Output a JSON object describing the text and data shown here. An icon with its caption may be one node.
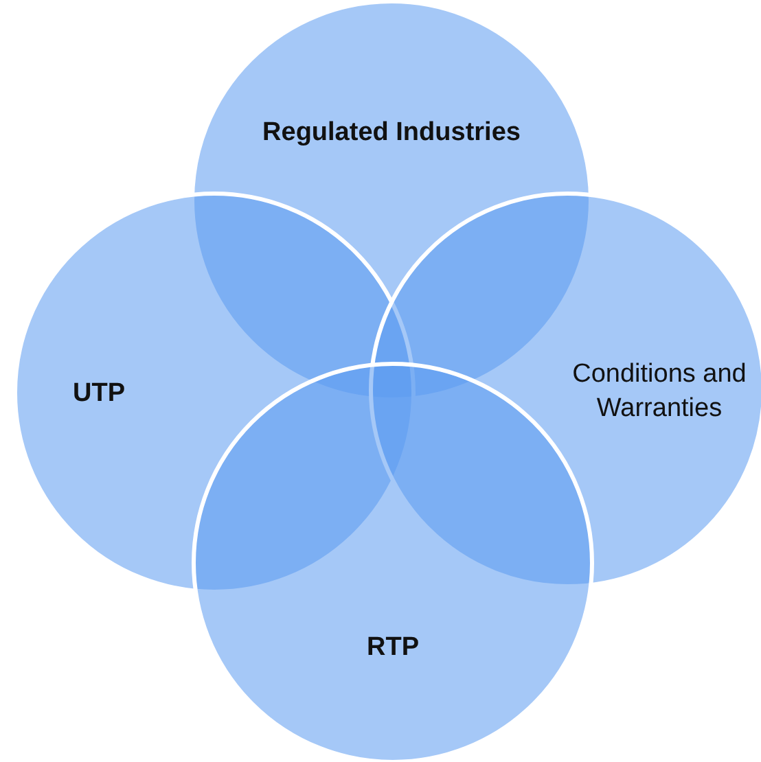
{
  "diagram": {
    "nodes": [
      {
        "text": [
          "Regulated Industries"
        ]
      },
      {
        "text": [
          "UTP"
        ]
      },
      {
        "text": [
          "Conditions and Warranties"
        ]
      },
      {
        "text": [
          "RTP"
        ]
      }
    ]
  }
}
